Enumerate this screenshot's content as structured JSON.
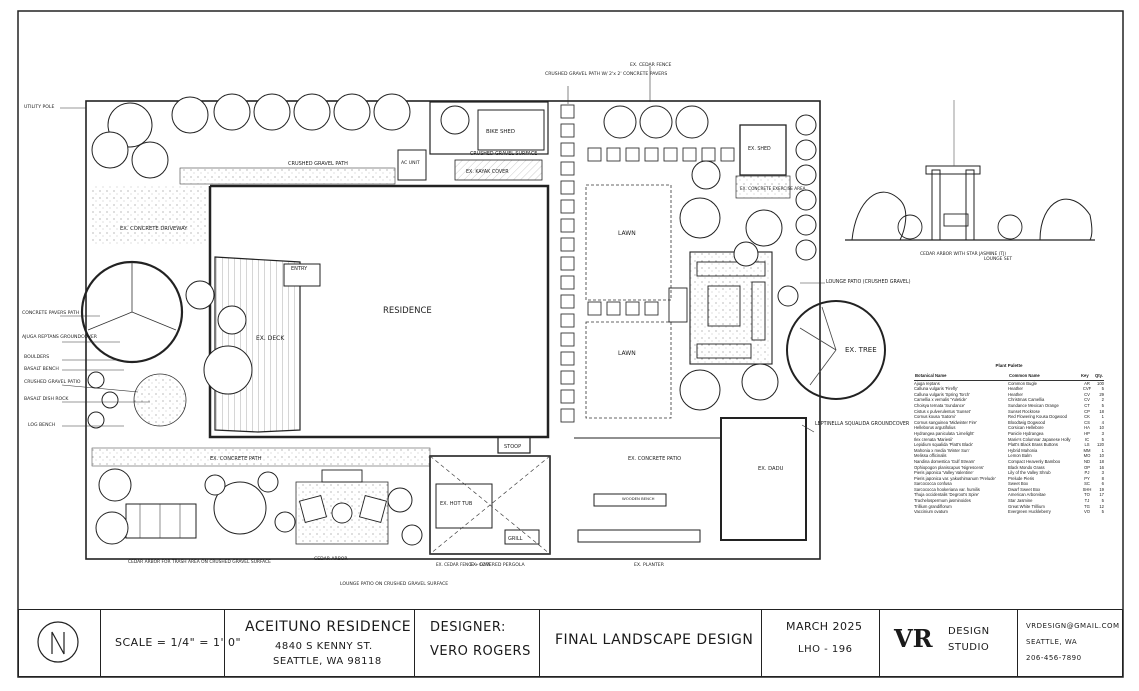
{
  "sheet": {
    "project": "ACEITUNO RESIDENCE",
    "address_line1": "4840 S KENNY ST.",
    "address_line2": "SEATTLE, WA 98118",
    "scale": "SCALE = 1/4\" = 1' 0\"",
    "designer_label": "DESIGNER:",
    "designer_name": "VERO ROGERS",
    "drawing_title": "FINAL LANDSCAPE DESIGN",
    "date": "MARCH 2025",
    "sheet_no": "LHO - 196",
    "studio_mark": "VR",
    "studio_line1": "DESIGN",
    "studio_line2": "STUDIO",
    "email": "VRDESIGN@GMAIL.COM",
    "city": "SEATTLE, WA",
    "phone": "206-456-7890",
    "north": "N"
  },
  "plan_labels": {
    "residence": "RESIDENCE",
    "deck": "EX. DECK",
    "entry": "ENTRY",
    "driveway": "EX. CONCRETE DRIVEWAY",
    "gravel_path_top": "CRUSHED GRAVEL PATH",
    "ac_unit": "AC UNIT",
    "bike_shed": "BIKE SHED",
    "gravel_surface": "CRUSHED GRAVEL SURFACE",
    "kayak": "EX. KAYAK COVER",
    "pavers_path": "CRUSHED GRAVEL PATH W/ 2'x 2' CONCRETE PAVERS",
    "cedar_fence_top": "EX. CEDAR FENCE",
    "shed": "EX. SHED",
    "exercise": "EX. CONCRETE EXERCISE AREA",
    "lawn1": "LAWN",
    "lawn2": "LAWN",
    "lounge_patio_r": "LOUNGE PATIO (CRUSHED GRAVEL)",
    "ex_tree": "EX. TREE",
    "lepto": "LEPTINELLA SQUALIDA GROUNDCOVER",
    "conc_patio": "EX. CONCRETE PATIO",
    "adu": "EX. DADU",
    "stoop": "STOOP",
    "conc_path": "EX. CONCRETE PATH",
    "hot_tub": "EX. HOT TUB",
    "grill": "GRILL",
    "bench": "WOODEN BENCH",
    "planter": "EX. PLANTER",
    "pergola": "EX. COVERED PERGOLA",
    "cedar_fence_gate": "EX. CEDAR FENCE + GATE",
    "lounge_patio_b": "LOUNGE PATIO ON CRUSHED GRAVEL SURFACE",
    "cedar_arbor_b": "CEDAR ARBOR",
    "arbor_trash": "CEDAR ARBOR FOR TRASH AREA ON CRUSHED GRAVEL SURFACE",
    "utility_pole": "UTILITY POLE",
    "conc_pavers": "CONCRETE PAVERS PATH",
    "ajuga": "AJUGA REPTANS GROUNDCOVER",
    "boulders": "BOULDERS",
    "basalt_bench": "BASALT BENCH",
    "gravel_patio": "CRUSHED GRAVEL PATIO",
    "basalt_dish": "BASALT DISH ROCK",
    "log_bench": "LOG BENCH",
    "elev_arbor": "CEDAR ARBOR WITH STAR JASMINE (TJ)",
    "elev_lounge": "LOUNGE SET"
  },
  "plant_palette": {
    "title": "Plant Palette",
    "headers": [
      "Botanical Name",
      "Common Name",
      "Key",
      "Qty."
    ],
    "rows": [
      [
        "Ajuga reptans",
        "Common Bugle",
        "AR",
        "100"
      ],
      [
        "Calluna vulgaris 'Firefly'",
        "Heather",
        "CVF",
        "5"
      ],
      [
        "Calluna vulgaris 'Spring Torch'",
        "Heather",
        "CV",
        "29"
      ],
      [
        "Camellia x vernalis 'Yuletide'",
        "Christmas Camellia",
        "CV",
        "2"
      ],
      [
        "Choisya ternata 'Sundance'",
        "Sundance Mexican Orange",
        "CT",
        "5"
      ],
      [
        "Cistus x pulverulentus 'Sunset'",
        "Sunset Rockrose",
        "CP",
        "18"
      ],
      [
        "Cornus kousa 'Satomi'",
        "Red Flowering Kousa Dogwood",
        "CK",
        "1"
      ],
      [
        "Cornus sanguinea 'Midwinter Fire'",
        "Bloodtwig Dogwood",
        "CS",
        "4"
      ],
      [
        "Helleborus argutifolius",
        "Corsican Hellebore",
        "HA",
        "10"
      ],
      [
        "Hydrangea paniculata 'Limelight'",
        "Panicle Hydrangea",
        "HP",
        "3"
      ],
      [
        "Ilex crenata 'Mariesii'",
        "Marie's Columnar Japanese Holly",
        "IC",
        "5"
      ],
      [
        "Lepidium squalida 'Platt's Black'",
        "Platt's Black Brass Buttons",
        "LS",
        "120"
      ],
      [
        "Mahonia x media 'Winter Sun'",
        "Hybrid Mahonia",
        "MM",
        "1"
      ],
      [
        "Melissa officinalis",
        "Lemon Balm",
        "MO",
        "10"
      ],
      [
        "Nandina domestica 'Gulf Stream'",
        "Compact Heavenly Bamboo",
        "ND",
        "18"
      ],
      [
        "Ophiopogon planiscapus 'Nigrescens'",
        "Black Mondo Grass",
        "OP",
        "16"
      ],
      [
        "Pieris japonica 'Valley Valentine'",
        "Lily of the Valley Shrub",
        "PJ",
        "3"
      ],
      [
        "Pieris japonica var. yakushimanum 'Prelude'",
        "Prelude Pieris",
        "PY",
        "8"
      ],
      [
        "Sarcococca confusa",
        "Sweet Box",
        "SC",
        "6"
      ],
      [
        "Sarcococca hookeriana var. humilis",
        "Dwarf Sweet Box",
        "SHH",
        "19"
      ],
      [
        "Thuja occidentalis 'Degroot's Spire'",
        "American Arborvitae",
        "TO",
        "17"
      ],
      [
        "Trachelospermum jasminoides",
        "Star Jasmine",
        "TJ",
        "5"
      ],
      [
        "Trillium grandiflorum",
        "Great White Trillium",
        "TG",
        "12"
      ],
      [
        "Vaccinium ovatum",
        "Evergreen Huckleberry",
        "VO",
        "5"
      ]
    ]
  }
}
